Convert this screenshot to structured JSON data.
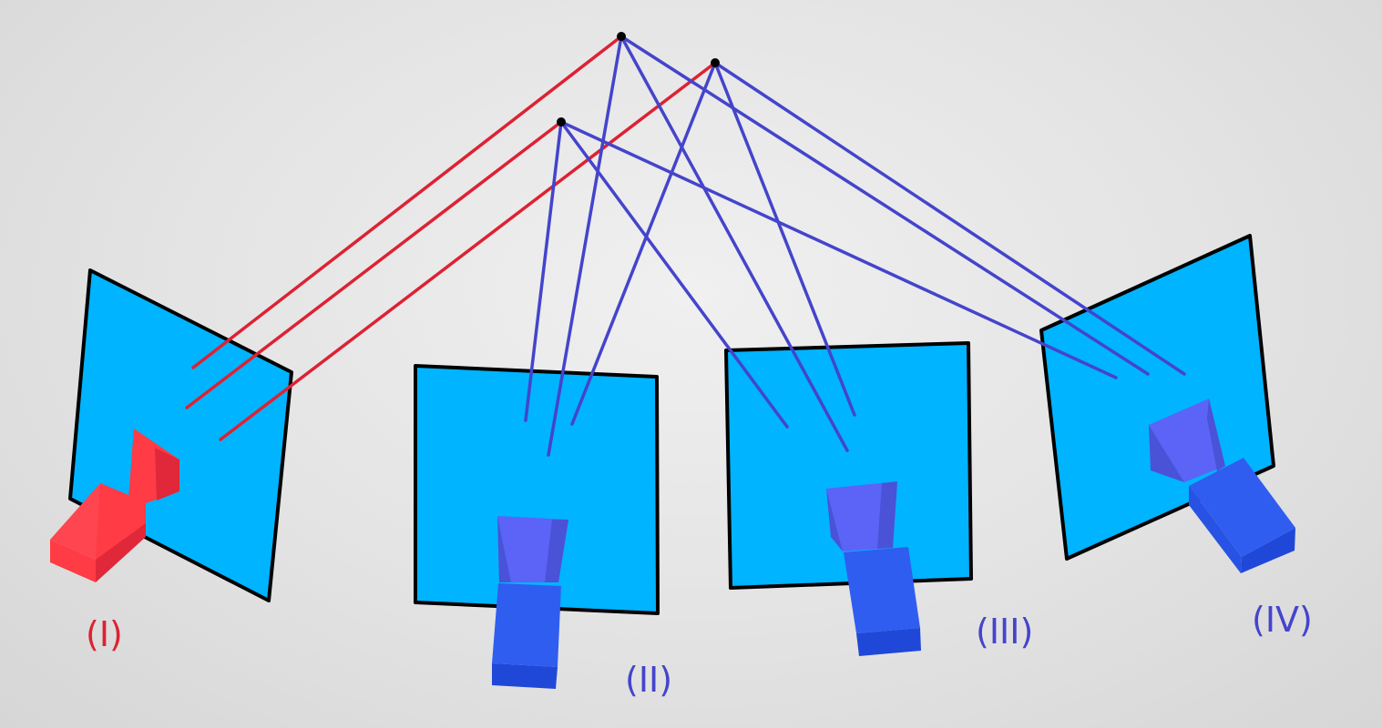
{
  "colors": {
    "background": "#e2e2e2",
    "image_plane": "#00b4ff",
    "reference_camera": "#ff3b45",
    "other_camera": "#2f5df0",
    "reference_ray": "#dd2233",
    "other_ray": "#4444cc",
    "point": "#000000"
  },
  "scene_points": [
    {
      "id": "point-a"
    },
    {
      "id": "point-b"
    },
    {
      "id": "point-c"
    }
  ],
  "cameras": [
    {
      "id": "camera-1",
      "label": "(I)",
      "role": "reference",
      "color": "#dd2233"
    },
    {
      "id": "camera-2",
      "label": "(II)",
      "role": "source",
      "color": "#4444cc"
    },
    {
      "id": "camera-3",
      "label": "(III)",
      "role": "source",
      "color": "#4444cc"
    },
    {
      "id": "camera-4",
      "label": "(IV)",
      "role": "source",
      "color": "#4444cc"
    }
  ]
}
